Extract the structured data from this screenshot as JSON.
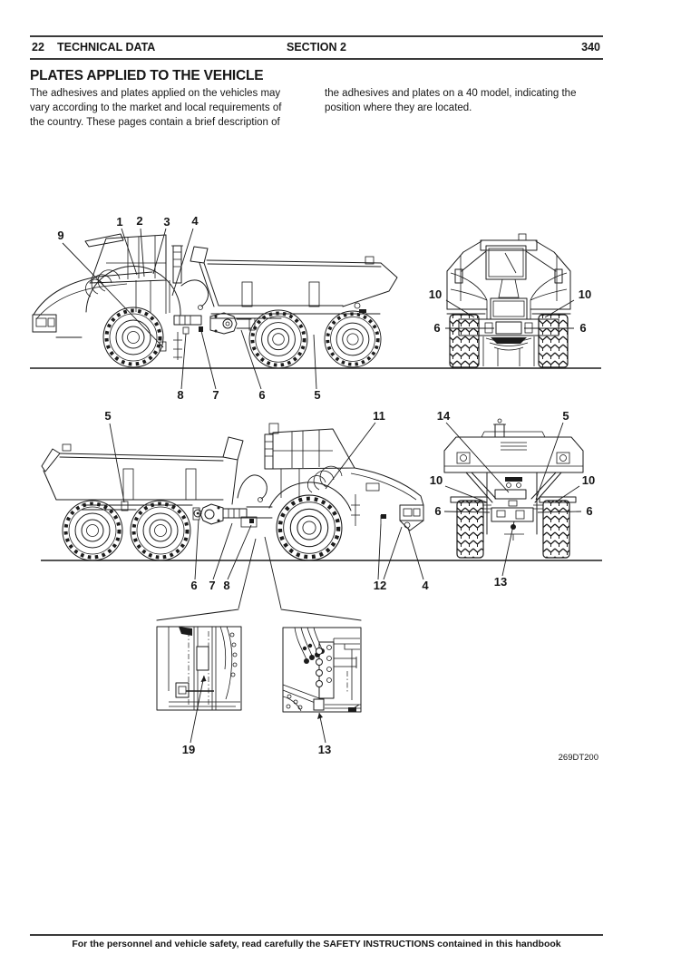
{
  "header": {
    "page_number_left": "22",
    "chapter_title": "TECHNICAL DATA",
    "section_label": "SECTION 2",
    "page_number_right": "340"
  },
  "content": {
    "title": "PLATES APPLIED TO THE VEHICLE",
    "paragraph_left_lines": [
      "The adhesives and plates applied on the vehicles may",
      "vary according to the market and local requirements of",
      "the country. These pages contain a brief description of"
    ],
    "paragraph_right_lines": [
      "the adhesives and plates on a 40 model, indicating the",
      "position where they are located."
    ]
  },
  "figure": {
    "reference_code": "269DT200",
    "side_view_front": {
      "callouts": [
        "9",
        "1",
        "2",
        "3",
        "4",
        "8",
        "7",
        "6",
        "5"
      ]
    },
    "front_view": {
      "callouts": [
        "10",
        "10",
        "6",
        "6"
      ]
    },
    "side_view_rear": {
      "callouts": [
        "5",
        "11",
        "6",
        "7",
        "8",
        "12",
        "4"
      ]
    },
    "rear_view": {
      "callouts": [
        "14",
        "5",
        "10",
        "10",
        "6",
        "6",
        "13"
      ]
    },
    "detail_left": {
      "callout": "19"
    },
    "detail_right": {
      "callout": "13"
    }
  },
  "footer": {
    "notice": "For the personnel and vehicle safety, read carefully the SAFETY INSTRUCTIONS contained in this handbook"
  }
}
